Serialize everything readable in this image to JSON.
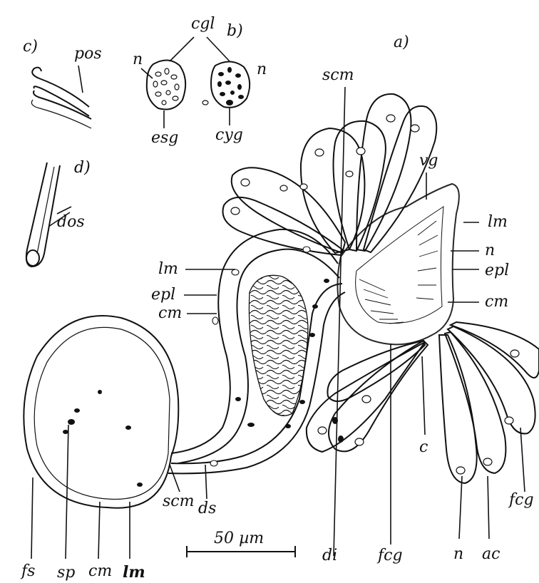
{
  "panels": {
    "a": "a)",
    "b": "b)",
    "c": "c)",
    "d": "d)"
  },
  "labels": {
    "pos": "pos",
    "cgl": "cgl",
    "n": "n",
    "esg": "esg",
    "cyg": "cyg",
    "dos": "dos",
    "scm": "scm",
    "vg": "vg",
    "lm": "lm",
    "epl": "epl",
    "cm": "cm",
    "c": "c",
    "fcg": "fcg",
    "ds": "ds",
    "di": "di",
    "ac": "ac",
    "fs": "fs",
    "sp": "sp"
  },
  "scale_bar": "50 µm",
  "colors": {
    "ink": "#111111",
    "paper": "#ffffff"
  }
}
